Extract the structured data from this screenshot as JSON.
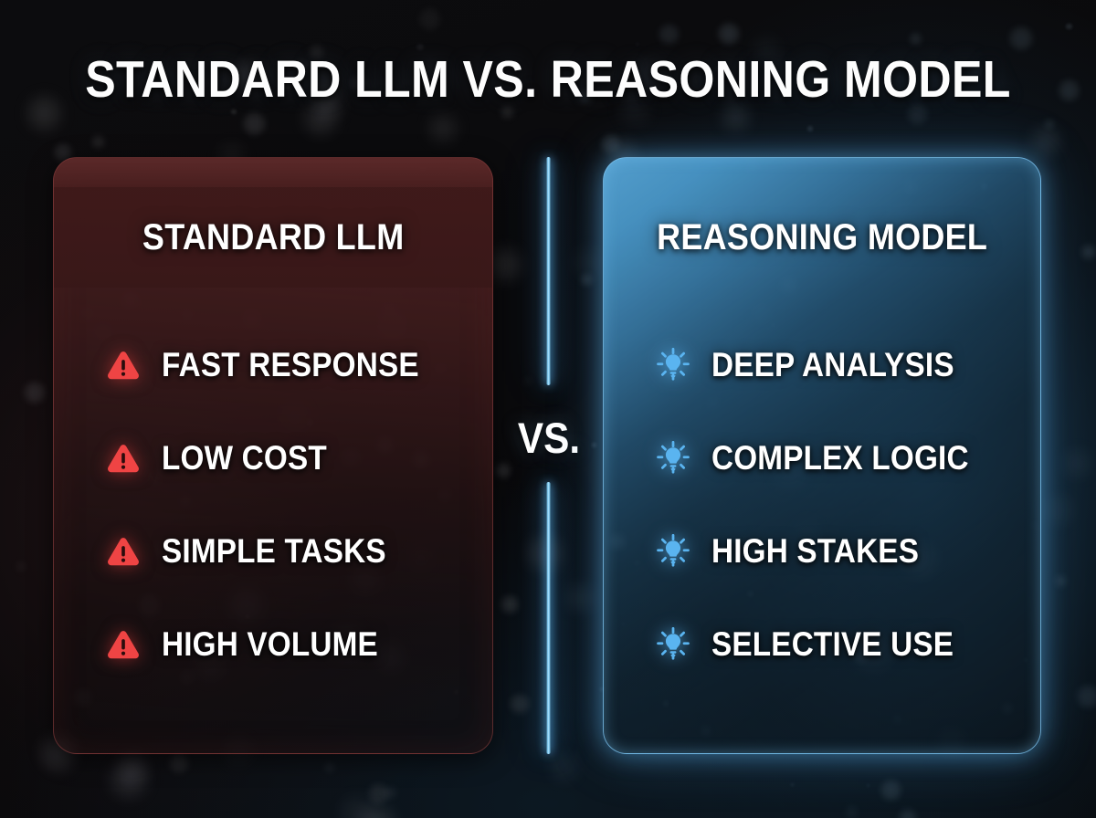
{
  "title": "STANDARD LLM VS. REASONING MODEL",
  "center": {
    "vs_label": "VS."
  },
  "left_panel": {
    "heading": "STANDARD LLM",
    "icon_name": "warning-triangle-icon",
    "accent_color": "#ef4444",
    "panel_color": "#4e2222",
    "items": [
      {
        "label": "FAST RESPONSE"
      },
      {
        "label": "LOW COST"
      },
      {
        "label": "SIMPLE TASKS"
      },
      {
        "label": "HIGH VOLUME"
      }
    ]
  },
  "right_panel": {
    "heading": "REASONING MODEL",
    "icon_name": "lightbulb-idea-icon",
    "accent_color": "#5ab4f0",
    "panel_color": "#56a3d4",
    "items": [
      {
        "label": "DEEP ANALYSIS"
      },
      {
        "label": "COMPLEX LOGIC"
      },
      {
        "label": "HIGH STAKES"
      },
      {
        "label": "SELECTIVE USE"
      }
    ]
  },
  "background": {
    "base_color": "#0a0a0b",
    "left_tint": "#3c1c1e",
    "right_tint": "#205276"
  }
}
